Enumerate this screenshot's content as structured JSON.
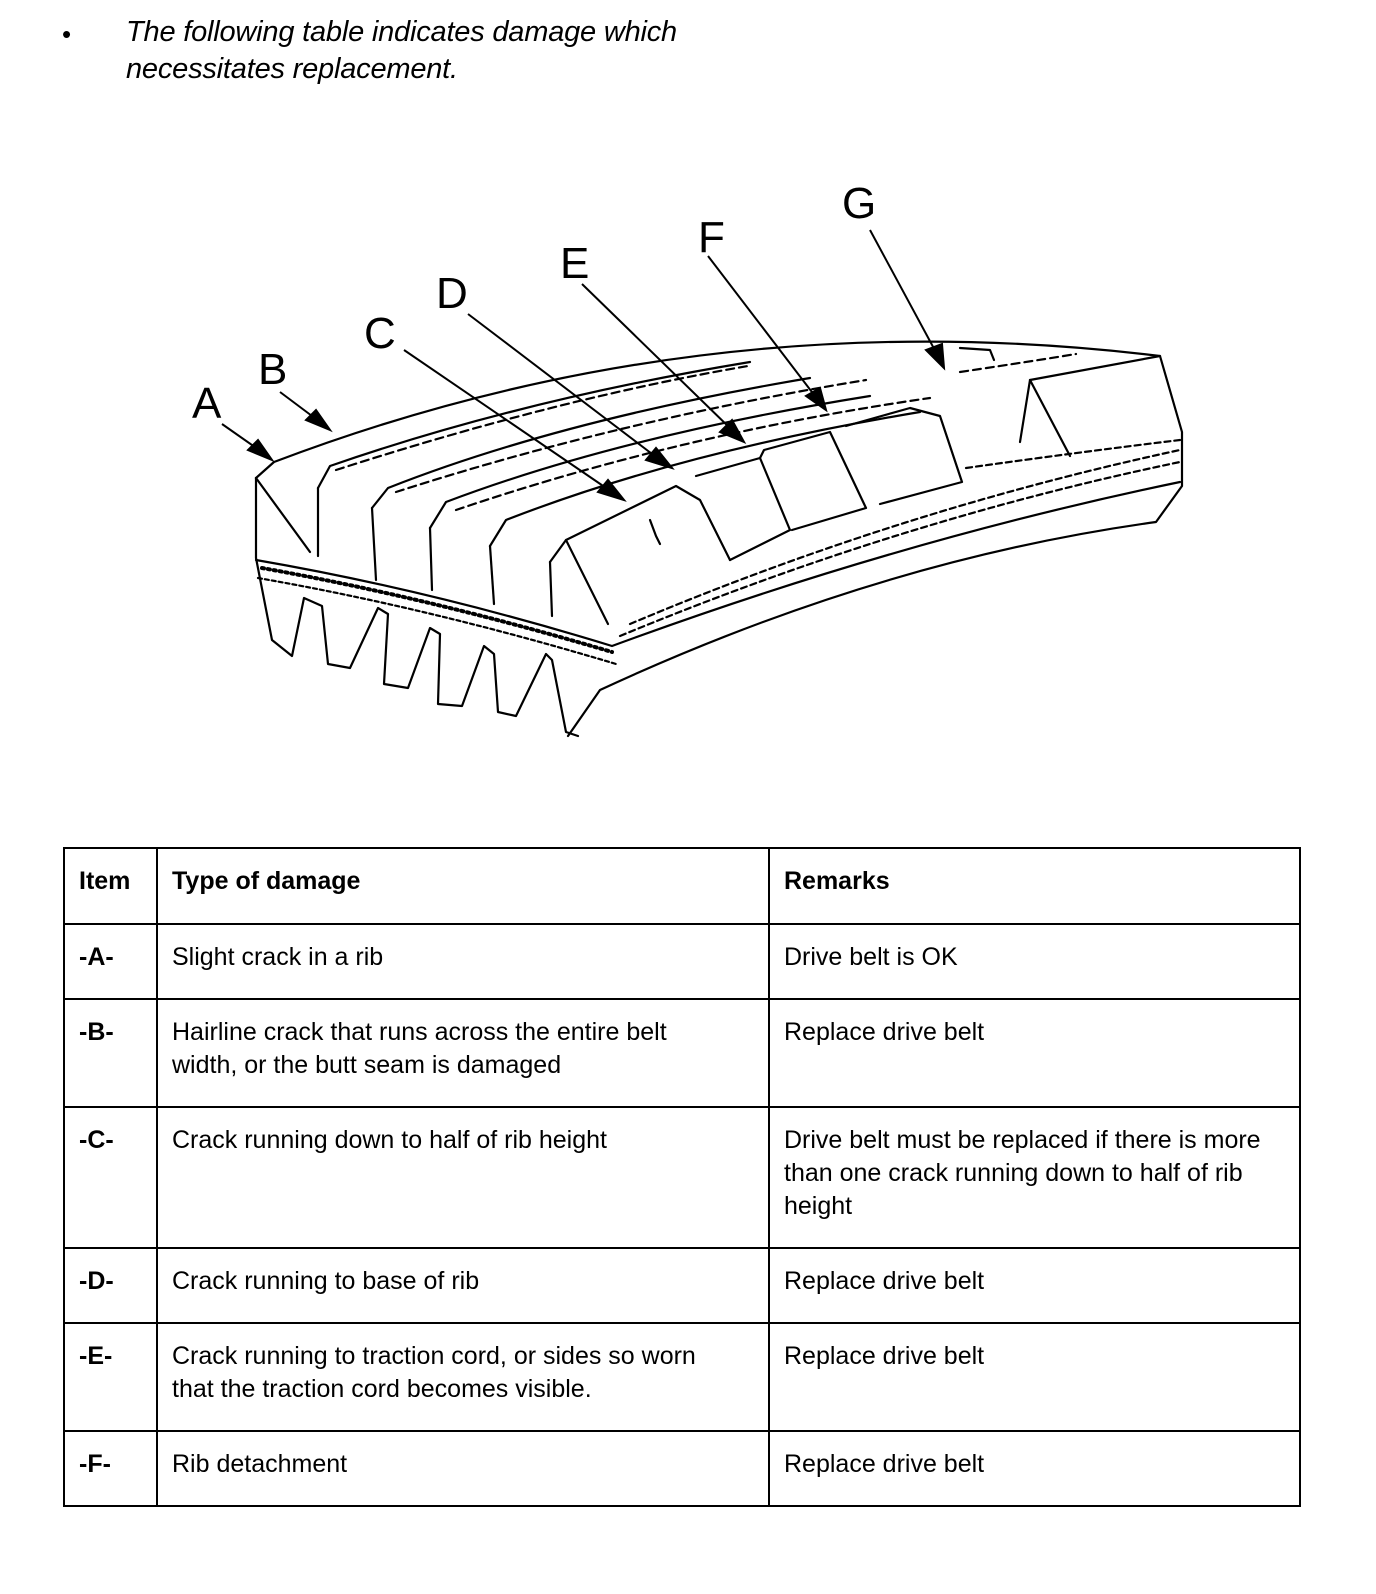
{
  "intro": {
    "bullet": "•",
    "line1": "The following table indicates damage which",
    "line2": "necessitates replacement."
  },
  "figure": {
    "callouts": [
      "A",
      "B",
      "C",
      "D",
      "E",
      "F",
      "G"
    ]
  },
  "table": {
    "headers": [
      "Item",
      "Type of damage",
      "Remarks"
    ],
    "rows": [
      {
        "item": "-A-",
        "damage": [
          "Slight crack in a rib"
        ],
        "remarks": [
          "Drive belt is OK"
        ]
      },
      {
        "item": "-B-",
        "damage": [
          "Hairline crack that runs across the entire belt",
          "width, or the butt seam is damaged"
        ],
        "remarks": [
          "Replace drive belt"
        ]
      },
      {
        "item": "-C-",
        "damage": [
          "Crack running down to half of rib height"
        ],
        "remarks": [
          "Drive belt must be replaced if there is more",
          "than one crack running down to half of rib",
          "height"
        ]
      },
      {
        "item": "-D-",
        "damage": [
          "Crack running to base of rib"
        ],
        "remarks": [
          "Replace drive belt"
        ]
      },
      {
        "item": "-E-",
        "damage": [
          "Crack running to traction cord, or sides so worn",
          "that the traction cord becomes visible."
        ],
        "remarks": [
          "Replace drive belt"
        ]
      },
      {
        "item": "-F-",
        "damage": [
          "Rib detachment"
        ],
        "remarks": [
          "Replace drive belt"
        ]
      }
    ]
  }
}
